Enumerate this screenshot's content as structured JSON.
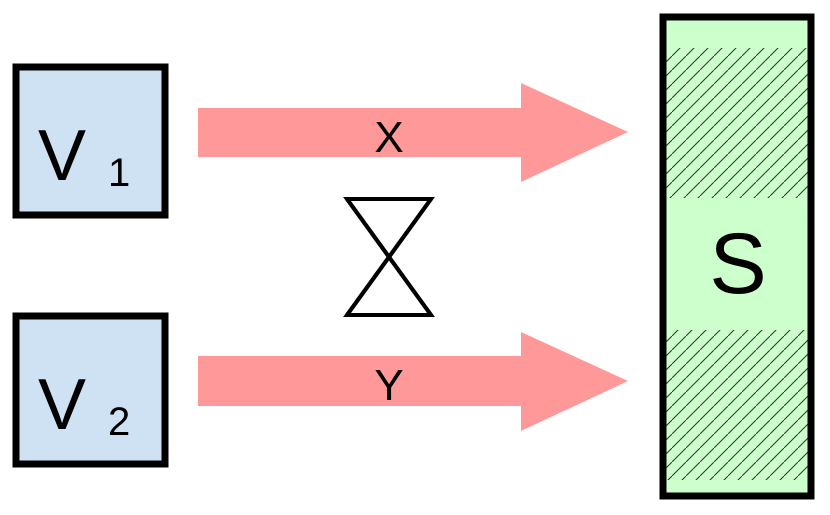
{
  "colors": {
    "source_fill": "#cfe2f3",
    "sink_fill": "#ccffcc",
    "arrow_fill": "#ff9999",
    "stroke": "#000000",
    "hatch": "#333333"
  },
  "sources": [
    {
      "main": "V",
      "subscript": "1"
    },
    {
      "main": "V",
      "subscript": "2"
    }
  ],
  "arrows": [
    {
      "label": "X"
    },
    {
      "label": "Y"
    }
  ],
  "sink": {
    "label": "S"
  },
  "between_arrows_symbol": "hourglass-icon"
}
